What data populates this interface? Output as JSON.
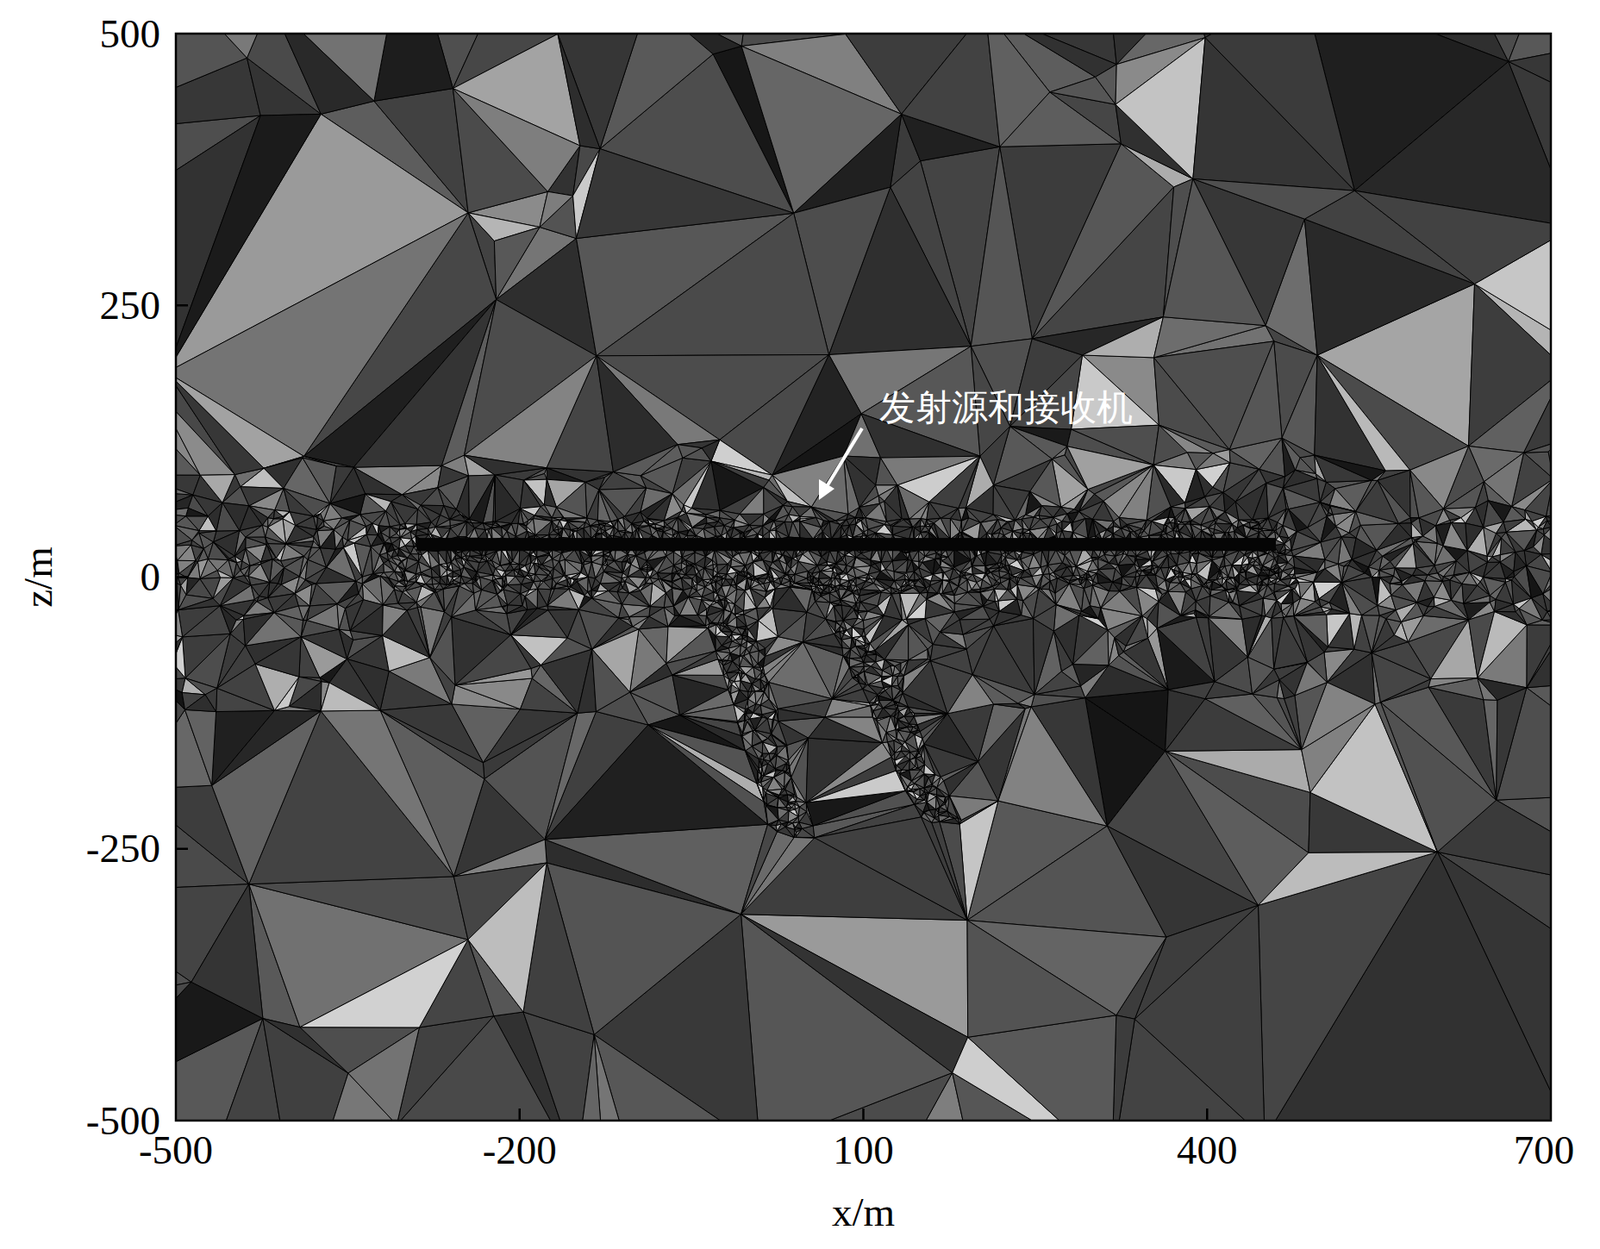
{
  "diagram": {
    "labels": [
      "500",
      "250",
      "0",
      "-250",
      "-500",
      "-500",
      "-200",
      "100",
      "400",
      "700",
      "z/m",
      "x/m",
      "发射源和接收机"
    ]
  }
}
